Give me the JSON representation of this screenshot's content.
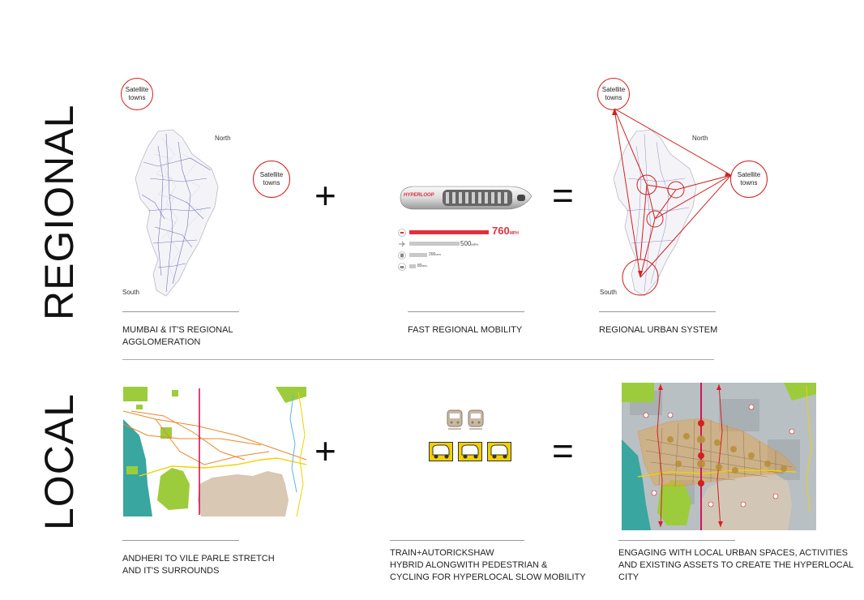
{
  "regional": {
    "row_label": "REGIONAL",
    "map": {
      "north_label": "North",
      "south_label": "South",
      "satellite_label": "Satellite towns"
    },
    "captions": {
      "left": [
        "MUMBAI & IT'S REGIONAL",
        "AGGLOMERATION"
      ],
      "middle": [
        "FAST REGIONAL MOBILITY"
      ],
      "right": [
        "REGIONAL URBAN SYSTEM"
      ]
    },
    "mobility": {
      "brand": "HYPERLOOP",
      "speeds": [
        {
          "icon": "hyperloop-icon",
          "value": "760",
          "unit": "MPH",
          "level": 1.0
        },
        {
          "icon": "plane-icon",
          "value": "500",
          "unit": "MPH",
          "level": 0.66
        },
        {
          "icon": "train-icon",
          "value": "200",
          "unit": "MPH",
          "level": 0.26
        },
        {
          "icon": "car-icon",
          "value": "80",
          "unit": "MPH",
          "level": 0.1
        }
      ]
    },
    "operators": {
      "plus": "+",
      "equals": "="
    }
  },
  "local": {
    "row_label": "LOCAL",
    "captions": {
      "left": [
        "ANDHERI TO VILE PARLE STRETCH",
        "AND IT'S SURROUNDS"
      ],
      "middle": [
        "TRAIN+AUTORICKSHAW",
        "HYBRID ALONGWITH PEDESTRIAN &",
        "CYCLING FOR HYPERLOCAL SLOW MOBILITY"
      ],
      "right": [
        "ENGAGING WITH LOCAL URBAN SPACES, ACTIVITIES",
        "AND EXISTING ASSETS TO CREATE THE HYPERLOCAL",
        "CITY"
      ]
    },
    "operators": {
      "plus": "+",
      "equals": "="
    }
  },
  "colors": {
    "accent_red": "#d32020",
    "hyperloop_red": "#e03040",
    "green_space": "#9ccc3c",
    "sea": "#3aa6a0",
    "tan_land": "#d8c8b4",
    "auto_yellow": "#f0d000",
    "route_orange": "#e8882a",
    "route_yellow": "#f2d100",
    "route_magenta": "#d4145a"
  }
}
